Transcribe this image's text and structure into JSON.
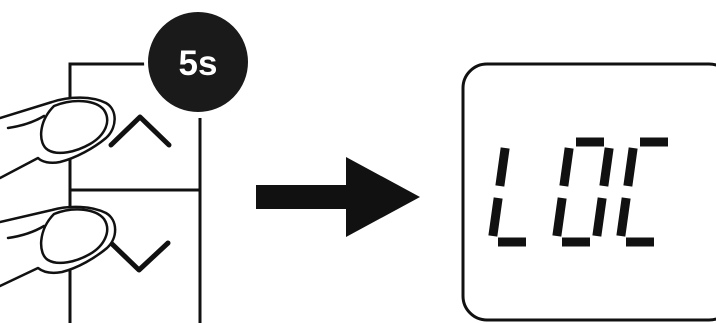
{
  "hold_duration_badge": {
    "label": "5s",
    "background_color": "#1a1a1a",
    "text_color": "#ffffff"
  },
  "keypad": {
    "buttons": [
      {
        "name": "up",
        "icon": "chevron-up-icon"
      },
      {
        "name": "down",
        "icon": "chevron-down-icon"
      }
    ],
    "action": "press-and-hold-both"
  },
  "transition_arrow": {
    "icon": "arrow-right-icon"
  },
  "display": {
    "text": "LOC",
    "style": "seven-segment-lcd"
  },
  "colors": {
    "ink": "#111111",
    "background": "#ffffff"
  }
}
